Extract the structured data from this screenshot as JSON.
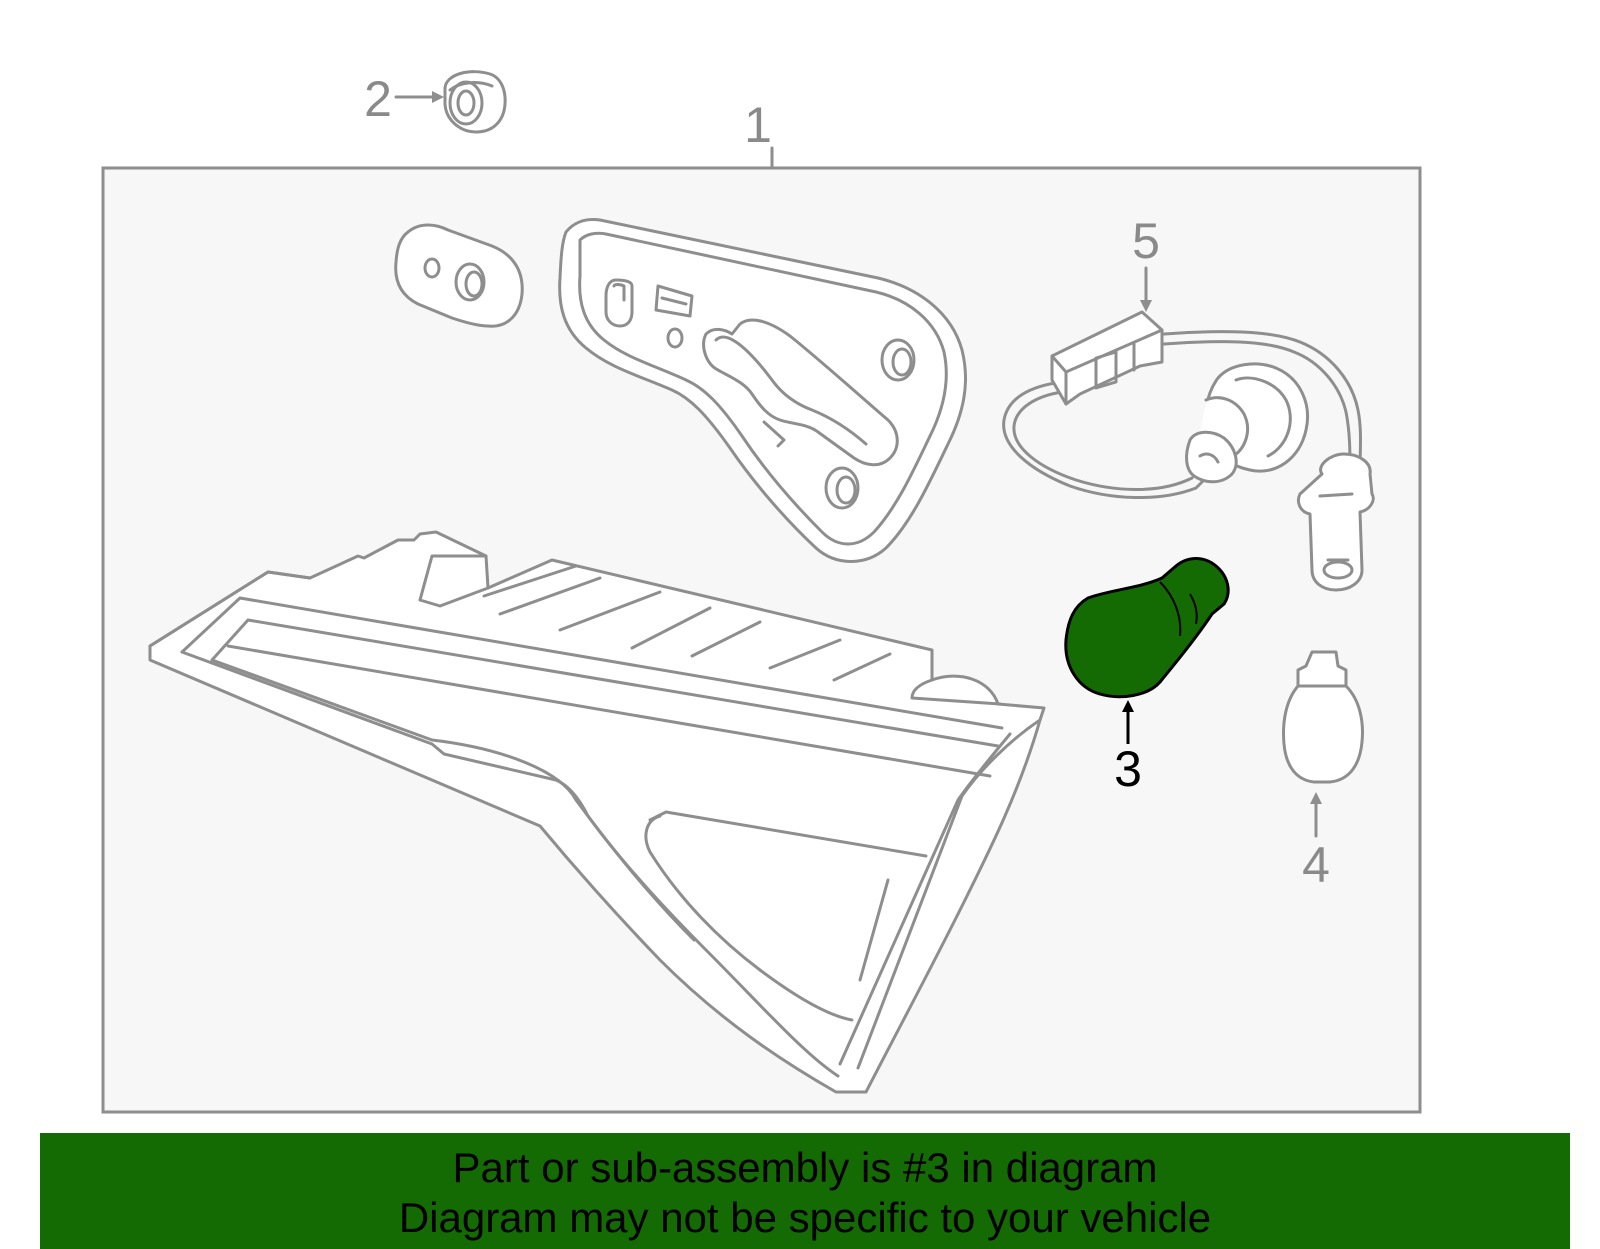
{
  "callouts": {
    "c1": "1",
    "c2": "2",
    "c3": "3",
    "c4": "4",
    "c5": "5"
  },
  "highlight": {
    "part_number": "3",
    "color": "#146b04"
  },
  "colors": {
    "outline": "#8e8e8e",
    "panel": "#f7f7f7",
    "banner": "#146b04"
  },
  "banner": {
    "line1": "Part or sub-assembly is #3 in diagram",
    "line2": "Diagram may not be specific to your vehicle"
  }
}
